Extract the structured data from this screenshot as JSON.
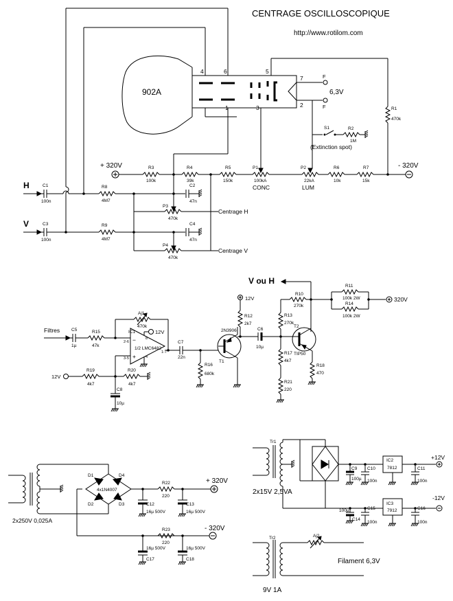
{
  "header": {
    "title": "CENTRAGE OSCILLOSCOPIQUE",
    "url": "http://www.rotilom.com"
  },
  "crt": {
    "label": "902A",
    "pins": {
      "p4": "4",
      "p6": "6",
      "p5": "5",
      "p7": "7",
      "p1": "1",
      "p3": "3",
      "p2": "2"
    },
    "filament_f1": "F",
    "filament_f2": "F",
    "filament_voltage": "6,3V"
  },
  "deflection": {
    "plus_supply": "+ 320V",
    "minus_supply": "- 320V",
    "input_h": "H",
    "input_v": "V",
    "c1": {
      "name": "C1",
      "value": "100n"
    },
    "c3": {
      "name": "C3",
      "value": "100n"
    },
    "r8": {
      "name": "R8",
      "value": "4M7"
    },
    "r9": {
      "name": "R9",
      "value": "4M7"
    },
    "r3": {
      "name": "R3",
      "value": "100k"
    },
    "r4": {
      "name": "R4",
      "value": "39k"
    },
    "r5": {
      "name": "R5",
      "value": "150k"
    },
    "p1": {
      "name": "P1",
      "value": "100kA",
      "label": "CONC"
    },
    "p2": {
      "name": "P2",
      "value": "22kA",
      "label": "LUM"
    },
    "r6": {
      "name": "R6",
      "value": "10k"
    },
    "r7": {
      "name": "R7",
      "value": "15k"
    },
    "r1": {
      "name": "R1",
      "value": "470k"
    },
    "s1": {
      "name": "S1"
    },
    "r2": {
      "name": "R2",
      "value": "1M"
    },
    "extinction": "(Extinction spot)",
    "c2": {
      "name": "C2",
      "value": "47n"
    },
    "c4": {
      "name": "C4",
      "value": "47n"
    },
    "p3": {
      "name": "P3",
      "value": "470k"
    },
    "p4": {
      "name": "P4",
      "value": "470k"
    },
    "centrage_h": "Centrage H",
    "centrage_v": "Centrage V"
  },
  "amplifier": {
    "out_label": "V ou H",
    "filtres": "Filtres",
    "v12_top": "12V",
    "v12_left": "12V",
    "v12_ic": "12V",
    "v320": "320V",
    "c5": {
      "name": "C5",
      "value": "1µ"
    },
    "r15": {
      "name": "R15",
      "value": "47k"
    },
    "aj1": {
      "name": "Aj1",
      "value": "470k"
    },
    "ic1": {
      "name": "IC1",
      "value": "1/2 LMC6482"
    },
    "ic_pins": {
      "p26": "2-6",
      "p35": "3-5",
      "p8": "8",
      "p4": "4",
      "p17": "1-7"
    },
    "r19": {
      "name": "R19",
      "value": "4k7"
    },
    "r20": {
      "name": "R20",
      "value": "4k7"
    },
    "c8": {
      "name": "C8",
      "value": "10µ"
    },
    "c7": {
      "name": "C7",
      "value": "22n"
    },
    "r16": {
      "name": "R16",
      "value": "680k"
    },
    "t1": {
      "name": "T1",
      "value": "2N3906"
    },
    "r12": {
      "name": "R12",
      "value": "2k7"
    },
    "c6": {
      "name": "C6",
      "value": "10µ"
    },
    "r10": {
      "name": "R10",
      "value": "270k"
    },
    "r13": {
      "name": "R13",
      "value": "270k"
    },
    "r17": {
      "name": "R17",
      "value": "4k7"
    },
    "r21": {
      "name": "R21",
      "value": "220"
    },
    "t2": {
      "name": "T2",
      "value": "TIP50"
    },
    "r18": {
      "name": "R18",
      "value": "470"
    },
    "r11": {
      "name": "R11",
      "value": "100k 2W"
    },
    "r14": {
      "name": "R14",
      "value": "100k 2W"
    }
  },
  "hv_supply": {
    "transformer": "2x250V 0,025A",
    "bridge": "4x1N4007",
    "d1": "D1",
    "d2": "D2",
    "d3": "D3",
    "d4": "D4",
    "plus_out": "+ 320V",
    "minus_out": "- 320V",
    "r22": {
      "name": "R22",
      "value": "220"
    },
    "r23": {
      "name": "R23",
      "value": "220"
    },
    "c12": {
      "name": "C12",
      "value": "16µ 500V"
    },
    "c13": {
      "name": "C13",
      "value": "16µ 500V"
    },
    "c17": {
      "name": "C17",
      "value": "16µ 500V"
    },
    "c18": {
      "name": "C18",
      "value": "16µ 500V"
    }
  },
  "lv_supply": {
    "tr1": "Tr1",
    "tr1_spec": "2x15V 2,5VA",
    "c9": {
      "name": "C9",
      "value": "100µ"
    },
    "c14": {
      "name": "C14",
      "value": "100µ"
    },
    "c10": {
      "name": "C10",
      "value": "100n"
    },
    "c15": {
      "name": "C15",
      "value": "100n"
    },
    "c11": {
      "name": "C11",
      "value": "100n"
    },
    "c16": {
      "name": "C16",
      "value": "100n"
    },
    "ic2": {
      "name": "IC2",
      "value": "7812"
    },
    "ic3": {
      "name": "IC3",
      "value": "7912"
    },
    "plus12": "+12V",
    "minus12": "-12V"
  },
  "filament_supply": {
    "tr2": "Tr2",
    "aj2": "Aj2",
    "label": "Filament 6,3V",
    "spec": "9V 1A"
  }
}
